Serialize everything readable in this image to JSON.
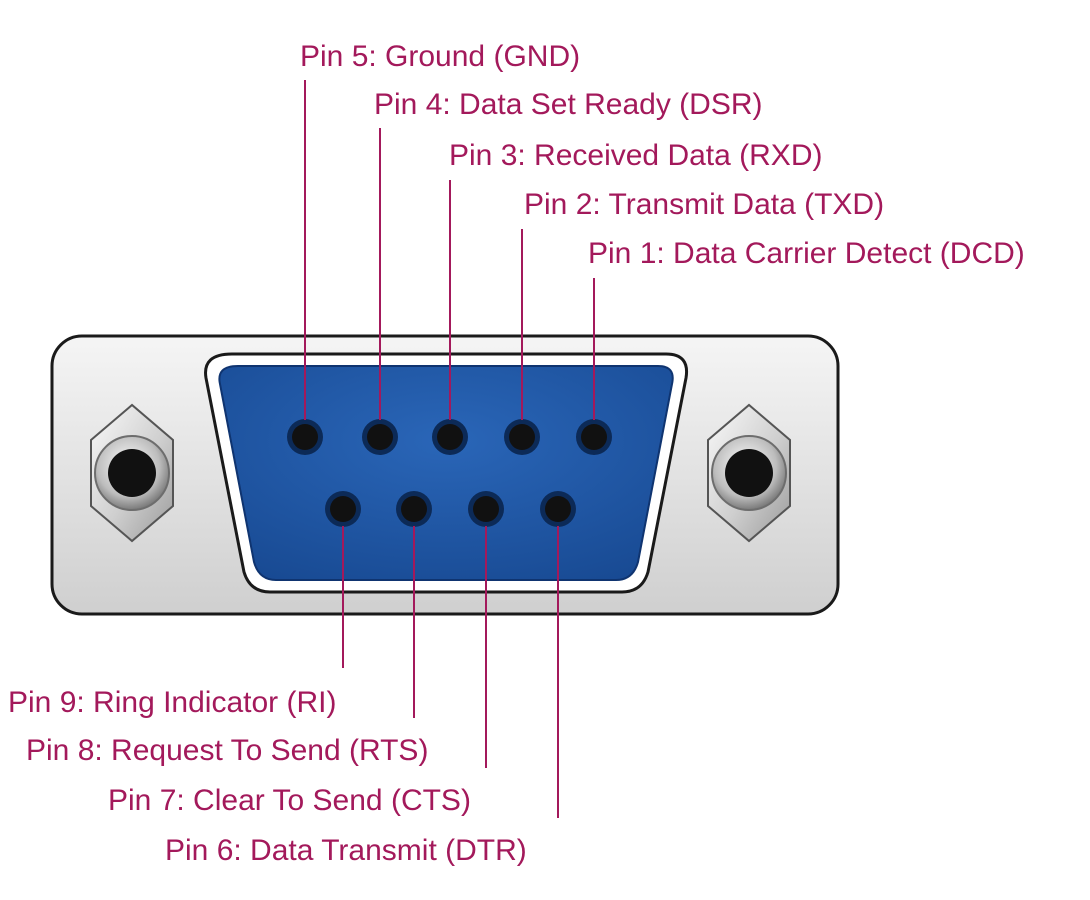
{
  "colors": {
    "label": "#a3195b",
    "leader": "#a3195b",
    "shell_fill": "#e6e6e6",
    "shell_stroke": "#1a1a1a",
    "insert_blue": "#1f56a6",
    "socket": "#111111"
  },
  "icons": {
    "left_screw": "hex-screw-icon",
    "right_screw": "hex-screw-icon",
    "connector": "db9-connector-icon"
  },
  "pins": [
    {
      "number": 5,
      "row": "top",
      "label": "Pin 5: Ground (GND)"
    },
    {
      "number": 4,
      "row": "top",
      "label": "Pin 4: Data Set Ready (DSR)"
    },
    {
      "number": 3,
      "row": "top",
      "label": "Pin 3:  Received Data (RXD)"
    },
    {
      "number": 2,
      "row": "top",
      "label": "Pin 2: Transmit Data (TXD)"
    },
    {
      "number": 1,
      "row": "top",
      "label": "Pin 1: Data Carrier Detect (DCD)"
    },
    {
      "number": 9,
      "row": "bottom",
      "label": "Pin 9: Ring Indicator (RI)"
    },
    {
      "number": 8,
      "row": "bottom",
      "label": "Pin 8: Request To Send (RTS)"
    },
    {
      "number": 7,
      "row": "bottom",
      "label": "Pin 7: Clear To Send (CTS)"
    },
    {
      "number": 6,
      "row": "bottom",
      "label": "Pin 6: Data Transmit (DTR)"
    }
  ]
}
